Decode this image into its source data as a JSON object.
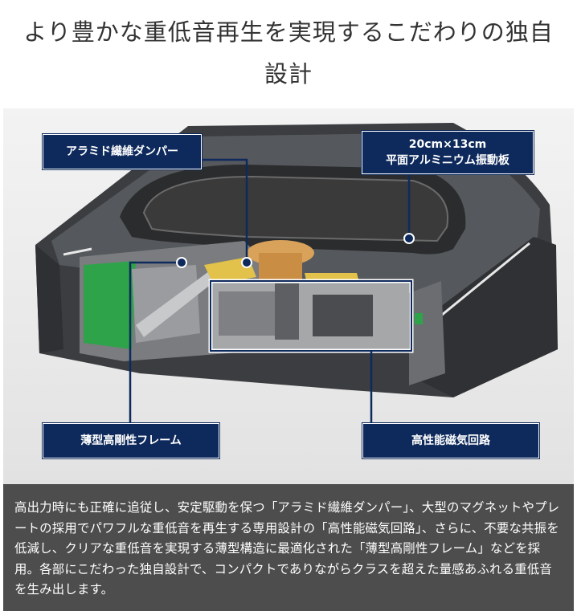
{
  "headline": {
    "line1": "より豊かな重低音再生を実現するこだわりの独自",
    "line2": "設計"
  },
  "callouts": {
    "damper": "アラミド繊維ダンパー",
    "diaphragm_size": "20cm×13cm",
    "diaphragm_name": "平面アルミニウム振動板",
    "frame": "薄型高剛性フレーム",
    "magnetic": "高性能磁気回路"
  },
  "description": "高出力時にも正確に追従し、安定駆動を保つ「アラミド繊維ダンパー」、大型のマグネットやプレートの採用でパワフルな重低音を再生する専用設計の「高性能磁気回路」、さらに、不要な共振を低減し、クリアな重低音を実現する薄型構造に最適化された「薄型高剛性フレーム」などを採用。各部にこだわった独自設計で、コンパクトでありながらクラスを超えた量感あふれる重低音を生み出します。",
  "colors": {
    "callout_bg": "#0e2a5c",
    "description_bg": "#4d4d4d",
    "headline_text": "#333333"
  }
}
